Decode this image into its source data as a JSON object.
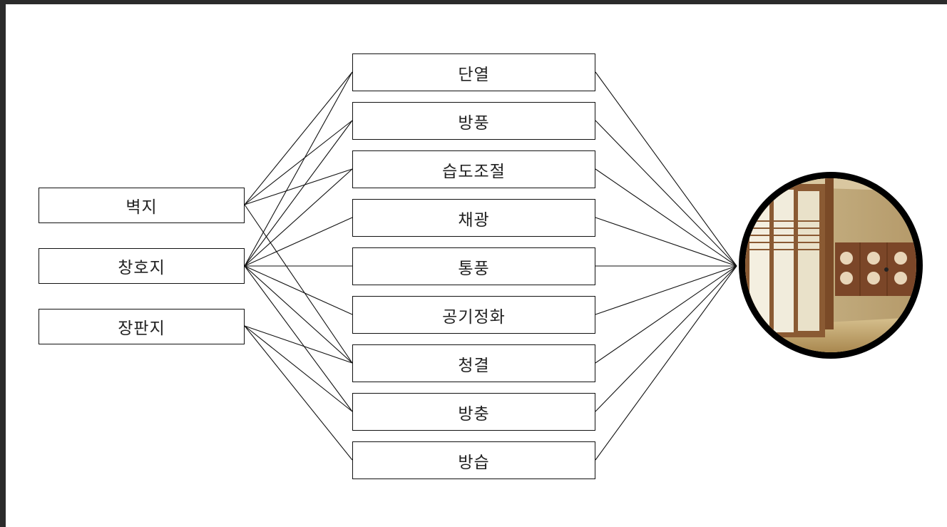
{
  "sources": [
    {
      "label": "벽지"
    },
    {
      "label": "창호지"
    },
    {
      "label": "장판지"
    }
  ],
  "functions": [
    {
      "label": "단열"
    },
    {
      "label": "방풍"
    },
    {
      "label": "습도조절"
    },
    {
      "label": "채광"
    },
    {
      "label": "통풍"
    },
    {
      "label": "공기정화"
    },
    {
      "label": "청결"
    },
    {
      "label": "방충"
    },
    {
      "label": "방습"
    }
  ],
  "connections": {
    "벽지": [
      "단열",
      "방풍",
      "습도조절",
      "청결"
    ],
    "창호지": [
      "단열",
      "방풍",
      "습도조절",
      "채광",
      "통풍",
      "공기정화",
      "청결",
      "방충"
    ],
    "장판지": [
      "청결",
      "방충",
      "방습"
    ]
  },
  "photo": {
    "subject": "traditional-korean-room-photo",
    "border_color": "#000000"
  }
}
